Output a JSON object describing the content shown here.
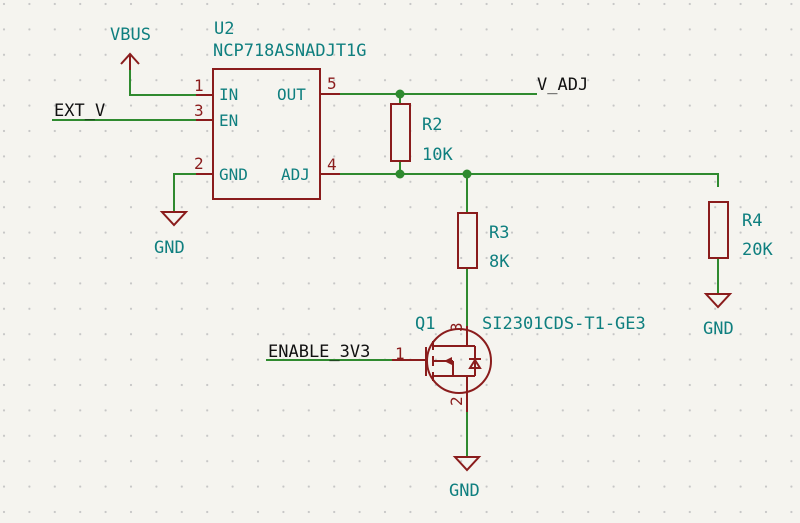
{
  "colors": {
    "background": "#f5f4ef",
    "wire": "#2f8a2f",
    "component": "#8a1c1c",
    "label_text": "#0f7f7f",
    "grid_dot": "#c6c6c6"
  },
  "power": {
    "vbus": "VBUS",
    "gnd1": "GND",
    "gnd2": "GND",
    "gnd3": "GND"
  },
  "nets": {
    "ext_v": "EXT_V",
    "v_adj": "V_ADJ",
    "enable": "ENABLE_3V3"
  },
  "u2": {
    "ref": "U2",
    "value": "NCP718ASNADJT1G",
    "pins": [
      {
        "num": "1",
        "name": "IN"
      },
      {
        "num": "3",
        "name": "EN"
      },
      {
        "num": "2",
        "name": "GND"
      },
      {
        "num": "5",
        "name": "OUT"
      },
      {
        "num": "4",
        "name": "ADJ"
      }
    ]
  },
  "r2": {
    "ref": "R2",
    "value": "10K"
  },
  "r3": {
    "ref": "R3",
    "value": "8K"
  },
  "r4": {
    "ref": "R4",
    "value": "20K"
  },
  "q1": {
    "ref": "Q1",
    "value": "SI2301CDS-T1-GE3",
    "pins": {
      "gate": "1",
      "drain": "3",
      "source": "2"
    }
  }
}
